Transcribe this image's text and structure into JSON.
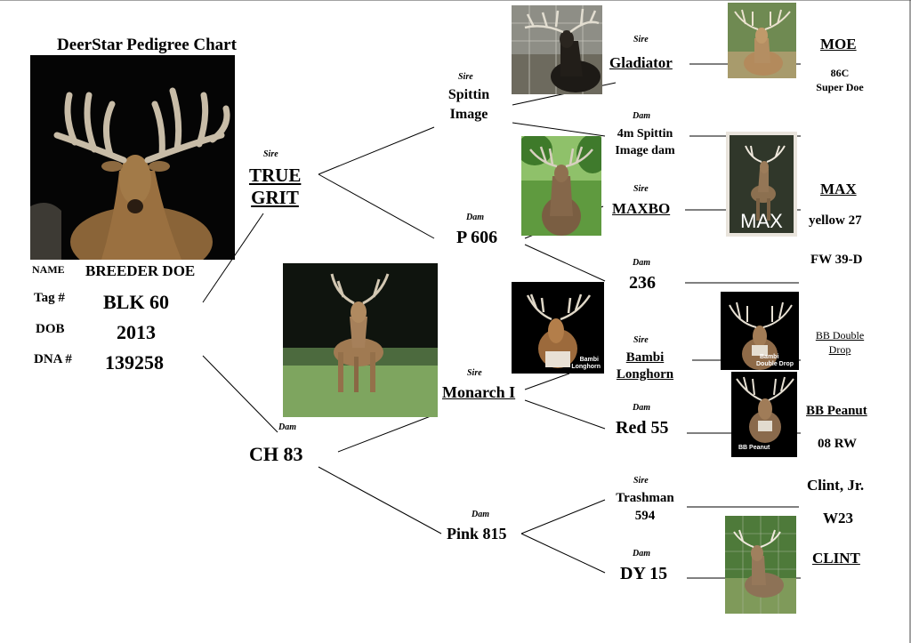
{
  "title": "DeerStar Pedigree Chart",
  "subject": {
    "name_label": "NAME",
    "name": "BREEDER DOE",
    "tag_label": "Tag #",
    "tag": "BLK 60",
    "dob_label": "DOB",
    "dob": "2013",
    "dna_label": "DNA #",
    "dna": "139258"
  },
  "roles": {
    "sire": "Sire",
    "dam": "Dam"
  },
  "gen1": {
    "sire": [
      "TRUE",
      "GRIT"
    ],
    "dam": "CH 83"
  },
  "gen2": {
    "sire_sire": [
      "Spittin",
      "Image"
    ],
    "sire_dam": "P 606",
    "dam_sire": "Monarch I",
    "dam_dam": "Pink 815"
  },
  "gen3": {
    "a": "Gladiator",
    "b": [
      "4m Spittin",
      "Image dam"
    ],
    "c": "MAXBO",
    "d": "236",
    "e": [
      "Bambi",
      "Longhorn"
    ],
    "f": "Red 55",
    "g": [
      "Trashman",
      "594"
    ],
    "h": "DY 15"
  },
  "gen4": {
    "moe": "MOE",
    "moe_dam": [
      "86C",
      "Super Doe"
    ],
    "max": "MAX",
    "max_dam": "yellow 27",
    "fw": "FW 39-D",
    "bb_double": [
      "BB Double",
      "Drop"
    ],
    "bb_peanut": "BB Peanut",
    "rw": "08 RW",
    "clint_jr": "Clint, Jr.",
    "w23": "W23",
    "clint": "CLINT"
  },
  "photo_captions": {
    "max": "MAX",
    "bambi": [
      "Bambi",
      "Longhorn"
    ],
    "bb_double": [
      "Bambi",
      "Double Drop"
    ],
    "bb_peanut": "BB Peanut"
  }
}
